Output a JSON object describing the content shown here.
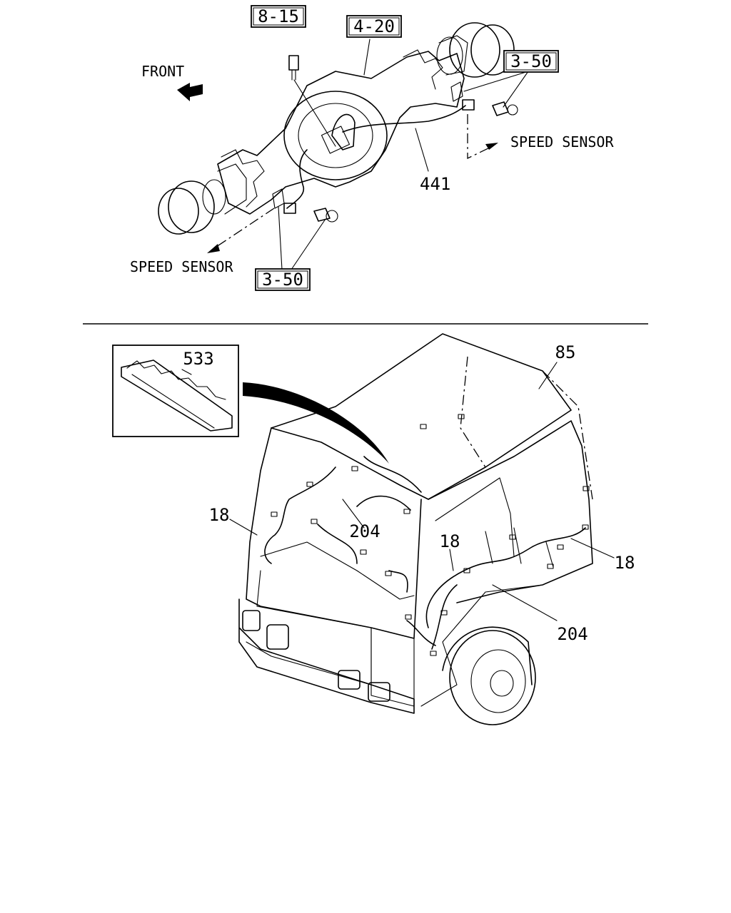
{
  "top_diagram": {
    "direction_label": "FRONT",
    "speed_sensor_right": "SPEED SENSOR",
    "speed_sensor_left": "SPEED SENSOR",
    "ref_boxes": {
      "box_8_15": "8-15",
      "box_4_20": "4-20",
      "box_3_50_right": "3-50",
      "box_3_50_left": "3-50"
    },
    "part_441": "441"
  },
  "bottom_diagram": {
    "part_533": "533",
    "part_85": "85",
    "part_18_left": "18",
    "part_204_left": "204",
    "part_18_mid": "18",
    "part_18_right": "18",
    "part_204_right": "204"
  }
}
